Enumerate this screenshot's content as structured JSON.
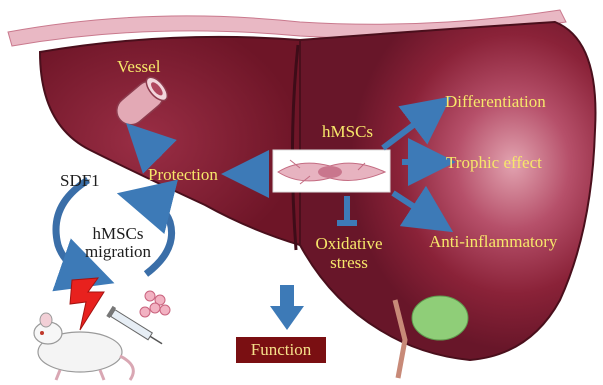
{
  "labels": {
    "vessel": "Vessel",
    "hmscs": "hMSCs",
    "differentiation": "Differentiation",
    "trophic": "Trophic effect",
    "protection": "Protection",
    "sdf1": "SDF1",
    "migration_line1": "hMSCs",
    "migration_line2": "migration",
    "oxidative_line1": "Oxidative",
    "oxidative_line2": "stress",
    "anti_inflammatory": "Anti-inflammatory",
    "function": "Function"
  },
  "colors": {
    "liver": "#7a1a2c",
    "liver_light": "#b85466",
    "arrow": "#3d7ab7",
    "label_yellow": "#f7e76a",
    "function_box": "#7a0f12",
    "gallbladder": "#8fce78",
    "lightning": "#e8211e"
  },
  "icons": {
    "vessel": "vessel-cross-section-icon",
    "cell": "stem-cell-icon",
    "mouse": "mouse-icon",
    "syringe": "syringe-icon",
    "lightning": "lightning-icon"
  }
}
